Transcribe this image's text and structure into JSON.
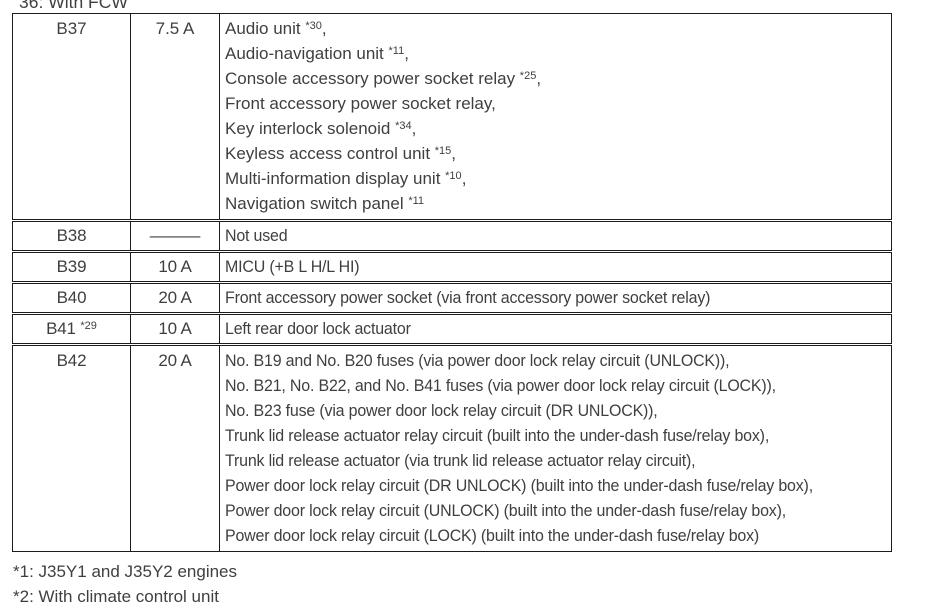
{
  "page": {
    "header_partial": "36: With FCW",
    "footnote_1": "*1: J35Y1 and J35Y2 engines",
    "footnote_2": "*2: With climate control unit"
  },
  "fuse_table": {
    "rows": [
      {
        "fuse_no": "B37",
        "amps": "7.5 A",
        "circuits": [
          "Audio unit ^{*30},",
          "Audio-navigation unit ^{*11},",
          "Console accessory power socket relay ^{*25},",
          "Front accessory power socket relay,",
          "Key interlock solenoid ^{*34},",
          "Keyless access control unit ^{*15},",
          "Multi-information display unit ^{*10},",
          "Navigation switch panel ^{*11}"
        ]
      },
      {
        "fuse_no": "B38",
        "amps": "———",
        "circuits": [
          "Not used"
        ]
      },
      {
        "fuse_no": "B39",
        "amps": "10 A",
        "circuits": [
          "MICU (+B L H/L HI)"
        ]
      },
      {
        "fuse_no": "B40",
        "amps": "20 A",
        "circuits": [
          "Front accessory power socket (via front accessory power socket relay)"
        ]
      },
      {
        "fuse_no": "B41 ^{*29}",
        "amps": "10 A",
        "circuits": [
          "Left rear door lock actuator"
        ]
      },
      {
        "fuse_no": "B42",
        "amps": "20 A",
        "circuits": [
          "No. B19 and No. B20 fuses (via power door lock relay circuit (UNLOCK)),",
          "No. B21, No. B22, and No. B41 fuses (via power door lock relay circuit (LOCK)),",
          "No. B23 fuse (via power door lock relay circuit (DR UNLOCK)),",
          "Trunk lid release actuator relay circuit (built into the under-dash fuse/relay box),",
          "Trunk lid release actuator (via trunk lid release actuator relay circuit),",
          "Power door lock relay circuit (DR UNLOCK) (built into the under-dash fuse/relay box),",
          "Power door lock relay circuit (UNLOCK) (built into the under-dash fuse/relay box),",
          "Power door lock relay circuit (LOCK) (built into the under-dash fuse/relay box)"
        ]
      }
    ]
  },
  "colors": {
    "text": "#3f3f3f",
    "border": "#1c1c1c",
    "background": "#ffffff"
  }
}
